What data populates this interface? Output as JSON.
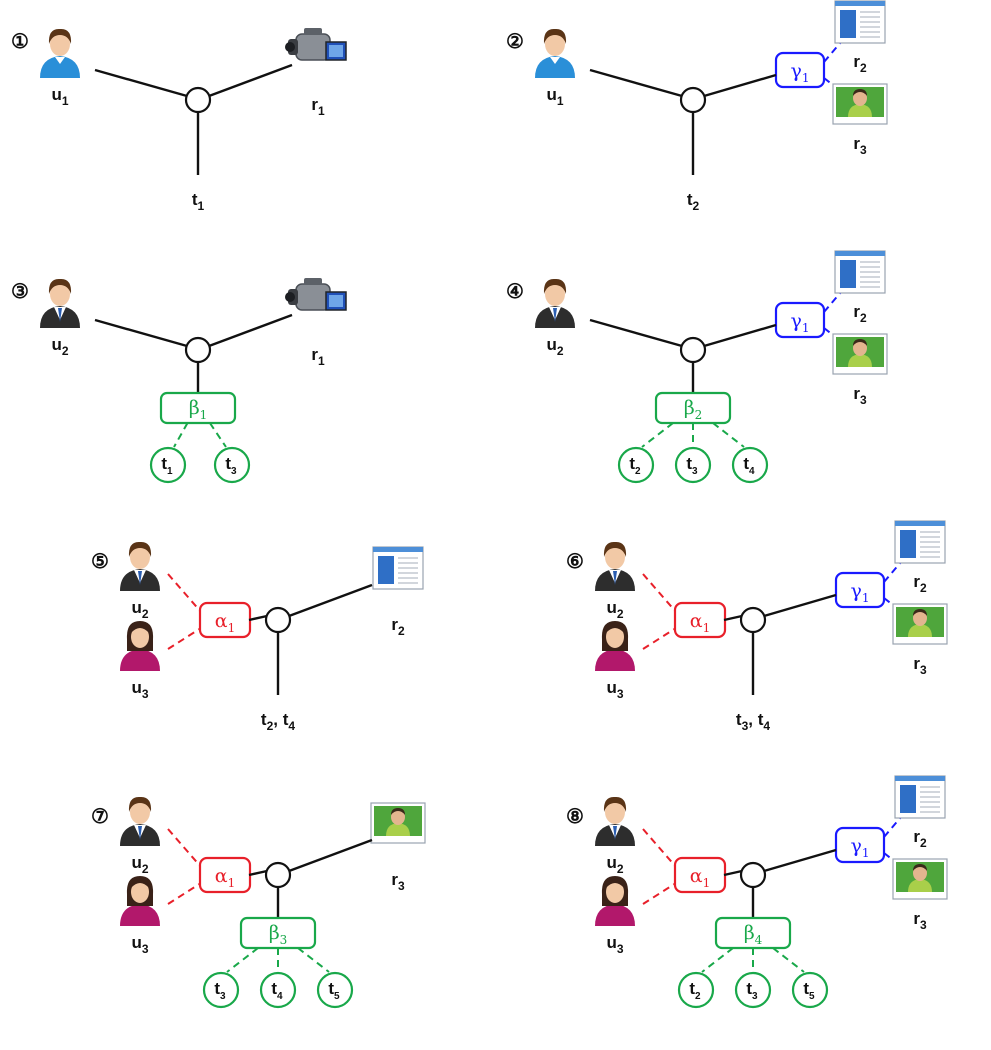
{
  "panels": [
    {
      "number": "①",
      "users": [
        {
          "label": "u",
          "sub": "1",
          "gender": "m1"
        }
      ],
      "user_group": null,
      "resources": [
        {
          "label": "r",
          "sub": "1",
          "kind": "camcorder"
        }
      ],
      "resource_group": null,
      "tags": [
        {
          "label": "t",
          "sub": "1"
        }
      ],
      "tag_group": null
    },
    {
      "number": "②",
      "users": [
        {
          "label": "u",
          "sub": "1",
          "gender": "m1"
        }
      ],
      "user_group": null,
      "resources": [
        {
          "label": "r",
          "sub": "2",
          "kind": "document"
        },
        {
          "label": "r",
          "sub": "3",
          "kind": "photo"
        }
      ],
      "resource_group": {
        "label": "γ",
        "sub": "1"
      },
      "tags": [
        {
          "label": "t",
          "sub": "2"
        }
      ],
      "tag_group": null
    },
    {
      "number": "③",
      "users": [
        {
          "label": "u",
          "sub": "2",
          "gender": "m2"
        }
      ],
      "user_group": null,
      "resources": [
        {
          "label": "r",
          "sub": "1",
          "kind": "camcorder"
        }
      ],
      "resource_group": null,
      "tags": [
        {
          "label": "t",
          "sub": "1"
        },
        {
          "label": "t",
          "sub": "3"
        }
      ],
      "tag_group": {
        "label": "β",
        "sub": "1"
      }
    },
    {
      "number": "④",
      "users": [
        {
          "label": "u",
          "sub": "2",
          "gender": "m2"
        }
      ],
      "user_group": null,
      "resources": [
        {
          "label": "r",
          "sub": "2",
          "kind": "document"
        },
        {
          "label": "r",
          "sub": "3",
          "kind": "photo"
        }
      ],
      "resource_group": {
        "label": "γ",
        "sub": "1"
      },
      "tags": [
        {
          "label": "t",
          "sub": "2"
        },
        {
          "label": "t",
          "sub": "3"
        },
        {
          "label": "t",
          "sub": "4"
        }
      ],
      "tag_group": {
        "label": "β",
        "sub": "2"
      }
    },
    {
      "number": "⑤",
      "users": [
        {
          "label": "u",
          "sub": "2",
          "gender": "m2"
        },
        {
          "label": "u",
          "sub": "3",
          "gender": "f"
        }
      ],
      "user_group": {
        "label": "α",
        "sub": "1"
      },
      "resources": [
        {
          "label": "r",
          "sub": "2",
          "kind": "document"
        }
      ],
      "resource_group": null,
      "tags": [
        {
          "label": "t",
          "sub": "2"
        },
        {
          "label": "t",
          "sub": "4"
        }
      ],
      "tag_group": null
    },
    {
      "number": "⑥",
      "users": [
        {
          "label": "u",
          "sub": "2",
          "gender": "m2"
        },
        {
          "label": "u",
          "sub": "3",
          "gender": "f"
        }
      ],
      "user_group": {
        "label": "α",
        "sub": "1"
      },
      "resources": [
        {
          "label": "r",
          "sub": "2",
          "kind": "document"
        },
        {
          "label": "r",
          "sub": "3",
          "kind": "photo"
        }
      ],
      "resource_group": {
        "label": "γ",
        "sub": "1"
      },
      "tags": [
        {
          "label": "t",
          "sub": "3"
        },
        {
          "label": "t",
          "sub": "4"
        }
      ],
      "tag_group": null
    },
    {
      "number": "⑦",
      "users": [
        {
          "label": "u",
          "sub": "2",
          "gender": "m2"
        },
        {
          "label": "u",
          "sub": "3",
          "gender": "f"
        }
      ],
      "user_group": {
        "label": "α",
        "sub": "1"
      },
      "resources": [
        {
          "label": "r",
          "sub": "3",
          "kind": "photo"
        }
      ],
      "resource_group": null,
      "tags": [
        {
          "label": "t",
          "sub": "3"
        },
        {
          "label": "t",
          "sub": "4"
        },
        {
          "label": "t",
          "sub": "5"
        }
      ],
      "tag_group": {
        "label": "β",
        "sub": "3"
      }
    },
    {
      "number": "⑧",
      "users": [
        {
          "label": "u",
          "sub": "2",
          "gender": "m2"
        },
        {
          "label": "u",
          "sub": "3",
          "gender": "f"
        }
      ],
      "user_group": {
        "label": "α",
        "sub": "1"
      },
      "resources": [
        {
          "label": "r",
          "sub": "2",
          "kind": "document"
        },
        {
          "label": "r",
          "sub": "3",
          "kind": "photo"
        }
      ],
      "resource_group": {
        "label": "γ",
        "sub": "1"
      },
      "tags": [
        {
          "label": "t",
          "sub": "2"
        },
        {
          "label": "t",
          "sub": "3"
        },
        {
          "label": "t",
          "sub": "5"
        }
      ],
      "tag_group": {
        "label": "β",
        "sub": "4"
      }
    }
  ],
  "colors": {
    "edge": "#111111",
    "user_group": "#e8202a",
    "resource_group": "#1a1aff",
    "tag_group": "#19a84a"
  }
}
